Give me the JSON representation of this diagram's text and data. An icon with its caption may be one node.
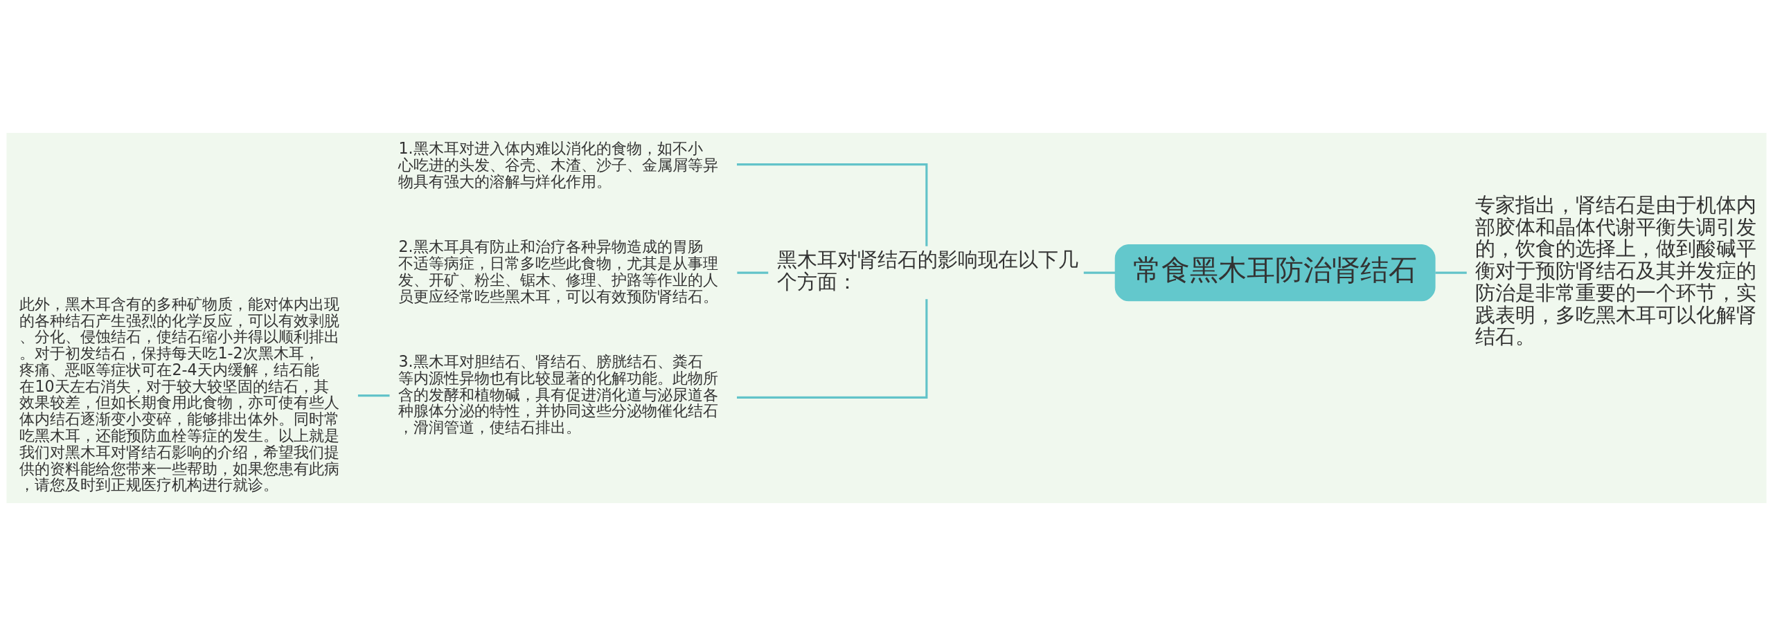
{
  "diagram": {
    "nodes": [
      {
        "text": [
          "常食黑木耳防治肾结石"
        ]
      },
      {
        "text": [
          "专家指出，肾结石是由于机体内部胶体和晶体代谢平衡失调引发的，饮食的选择上，做到酸碱平衡对于预防肾结石及其并发症的防治是非常重要的一个环节，实践表明，多吃黑木耳可以化解肾结石。"
        ]
      },
      {
        "text": [
          "黑木耳对肾结石的影响现在以下几个方面："
        ]
      },
      {
        "text": [
          "1.黑木耳对进入体内难以消化的食物，如不小心吃进的头发、谷壳、木渣、沙子、金属屑等异物具有强大的溶解与烊化作用。"
        ]
      },
      {
        "text": [
          "2.黑木耳具有防止和治疗各种异物造成的胃肠不适等病症，日常多吃些此食物，尤其是从事理发、开矿、粉尘、锯木、修理、护路等作业的人员更应经常吃些黑木耳，可以有效预防肾结石。"
        ]
      },
      {
        "text": [
          "3.黑木耳对胆结石、肾结石、膀胱结石、粪石等内源性异物也有比较显著的化解功能。此物所含的发酵和植物碱，具有促进消化道与泌尿道各种腺体分泌的特性，并协同这些分泌物催化结石，滑润管道，使结石排出。"
        ]
      },
      {
        "text": [
          "此外，黑木耳含有的多种矿物质，能对体内出现的各种结石产生强烈的化学反应，可以有效剥脱、分化、侵蚀结石，使结石缩小并得以顺利排出。对于初发结石，保持每天吃1-2次黑木耳，疼痛、恶呕等症状可在2-4天内缓解，结石能在10天左右消失，对于较大较坚固的结石，其效果较差，但如长期食用此食物，亦可使有些人体内结石逐渐变小变碎，能够排出体外。同时常吃黑木耳，还能预防血栓等症的发生。以上就是我们对黑木耳对肾结石影响的介绍，希望我们提供的资料能给您带来一些帮助，如果您患有此病，请您及时到正规医疗机构进行就诊。"
        ]
      }
    ],
    "edges": [
      {
        "from": 0,
        "to": 1,
        "arrow": "none"
      },
      {
        "from": 0,
        "to": 2,
        "arrow": "none"
      },
      {
        "from": 2,
        "to": 3,
        "arrow": "none"
      },
      {
        "from": 2,
        "to": 4,
        "arrow": "none"
      },
      {
        "from": 2,
        "to": 5,
        "arrow": "none"
      },
      {
        "from": 5,
        "to": 6,
        "arrow": "none"
      }
    ]
  }
}
